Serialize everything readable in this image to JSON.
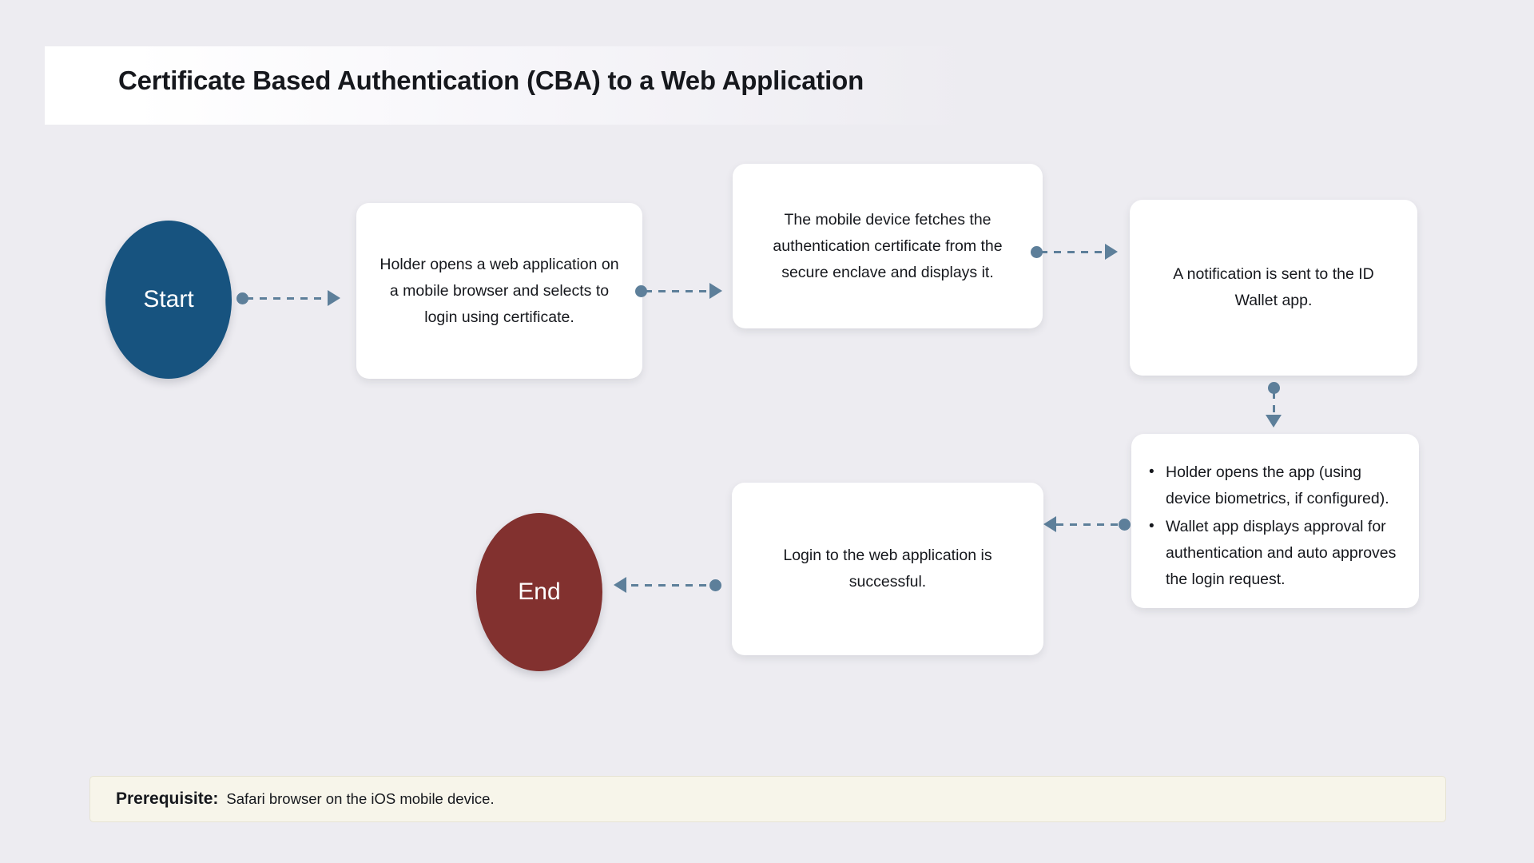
{
  "page": {
    "title": "Certificate Based Authentication (CBA) to a Web Application",
    "background_color": "#edecf1"
  },
  "colors": {
    "start_node": "#17537f",
    "end_node": "#82312f",
    "card_surface": "#ffffff",
    "card_foot": "#7392a9",
    "connector": "#5d7f9a",
    "prereq_background": "#f7f5ea",
    "prereq_border": "#e6e3d3",
    "text": "#16181d"
  },
  "flow": {
    "start_node": {
      "label": "Start",
      "shape": "ellipse"
    },
    "end_node": {
      "label": "End",
      "shape": "ellipse"
    },
    "steps": [
      {
        "id": "step-1",
        "text": "Holder opens a web application on a mobile browser and selects to login using certificate."
      },
      {
        "id": "step-2",
        "text": "The mobile device fetches the authentication certificate from the secure enclave and displays it."
      },
      {
        "id": "step-3",
        "text": "A notification is sent to the ID Wallet app."
      },
      {
        "id": "step-4",
        "bullets": [
          "Holder opens the app (using device biometrics, if configured).",
          "Wallet app displays approval for authentication and auto approves the login request."
        ]
      },
      {
        "id": "step-5",
        "text": "Login to the web application is successful."
      }
    ],
    "connectors": [
      {
        "id": "start-to-step1",
        "direction": "right",
        "style": "dashed",
        "start_marker": "dot",
        "end_marker": "arrow"
      },
      {
        "id": "step1-to-step2",
        "direction": "right",
        "style": "dashed",
        "start_marker": "dot",
        "end_marker": "arrow"
      },
      {
        "id": "step2-to-step3",
        "direction": "right",
        "style": "dashed",
        "start_marker": "dot",
        "end_marker": "arrow"
      },
      {
        "id": "step3-to-step4",
        "direction": "down",
        "style": "dashed",
        "start_marker": "dot",
        "end_marker": "arrow"
      },
      {
        "id": "step4-to-step5",
        "direction": "left",
        "style": "dashed",
        "start_marker": "dot",
        "end_marker": "arrow"
      },
      {
        "id": "step5-to-end",
        "direction": "left",
        "style": "dashed",
        "start_marker": "dot",
        "end_marker": "arrow"
      }
    ]
  },
  "prerequisite": {
    "label": "Prerequisite:",
    "value": "Safari browser on the iOS mobile device."
  }
}
